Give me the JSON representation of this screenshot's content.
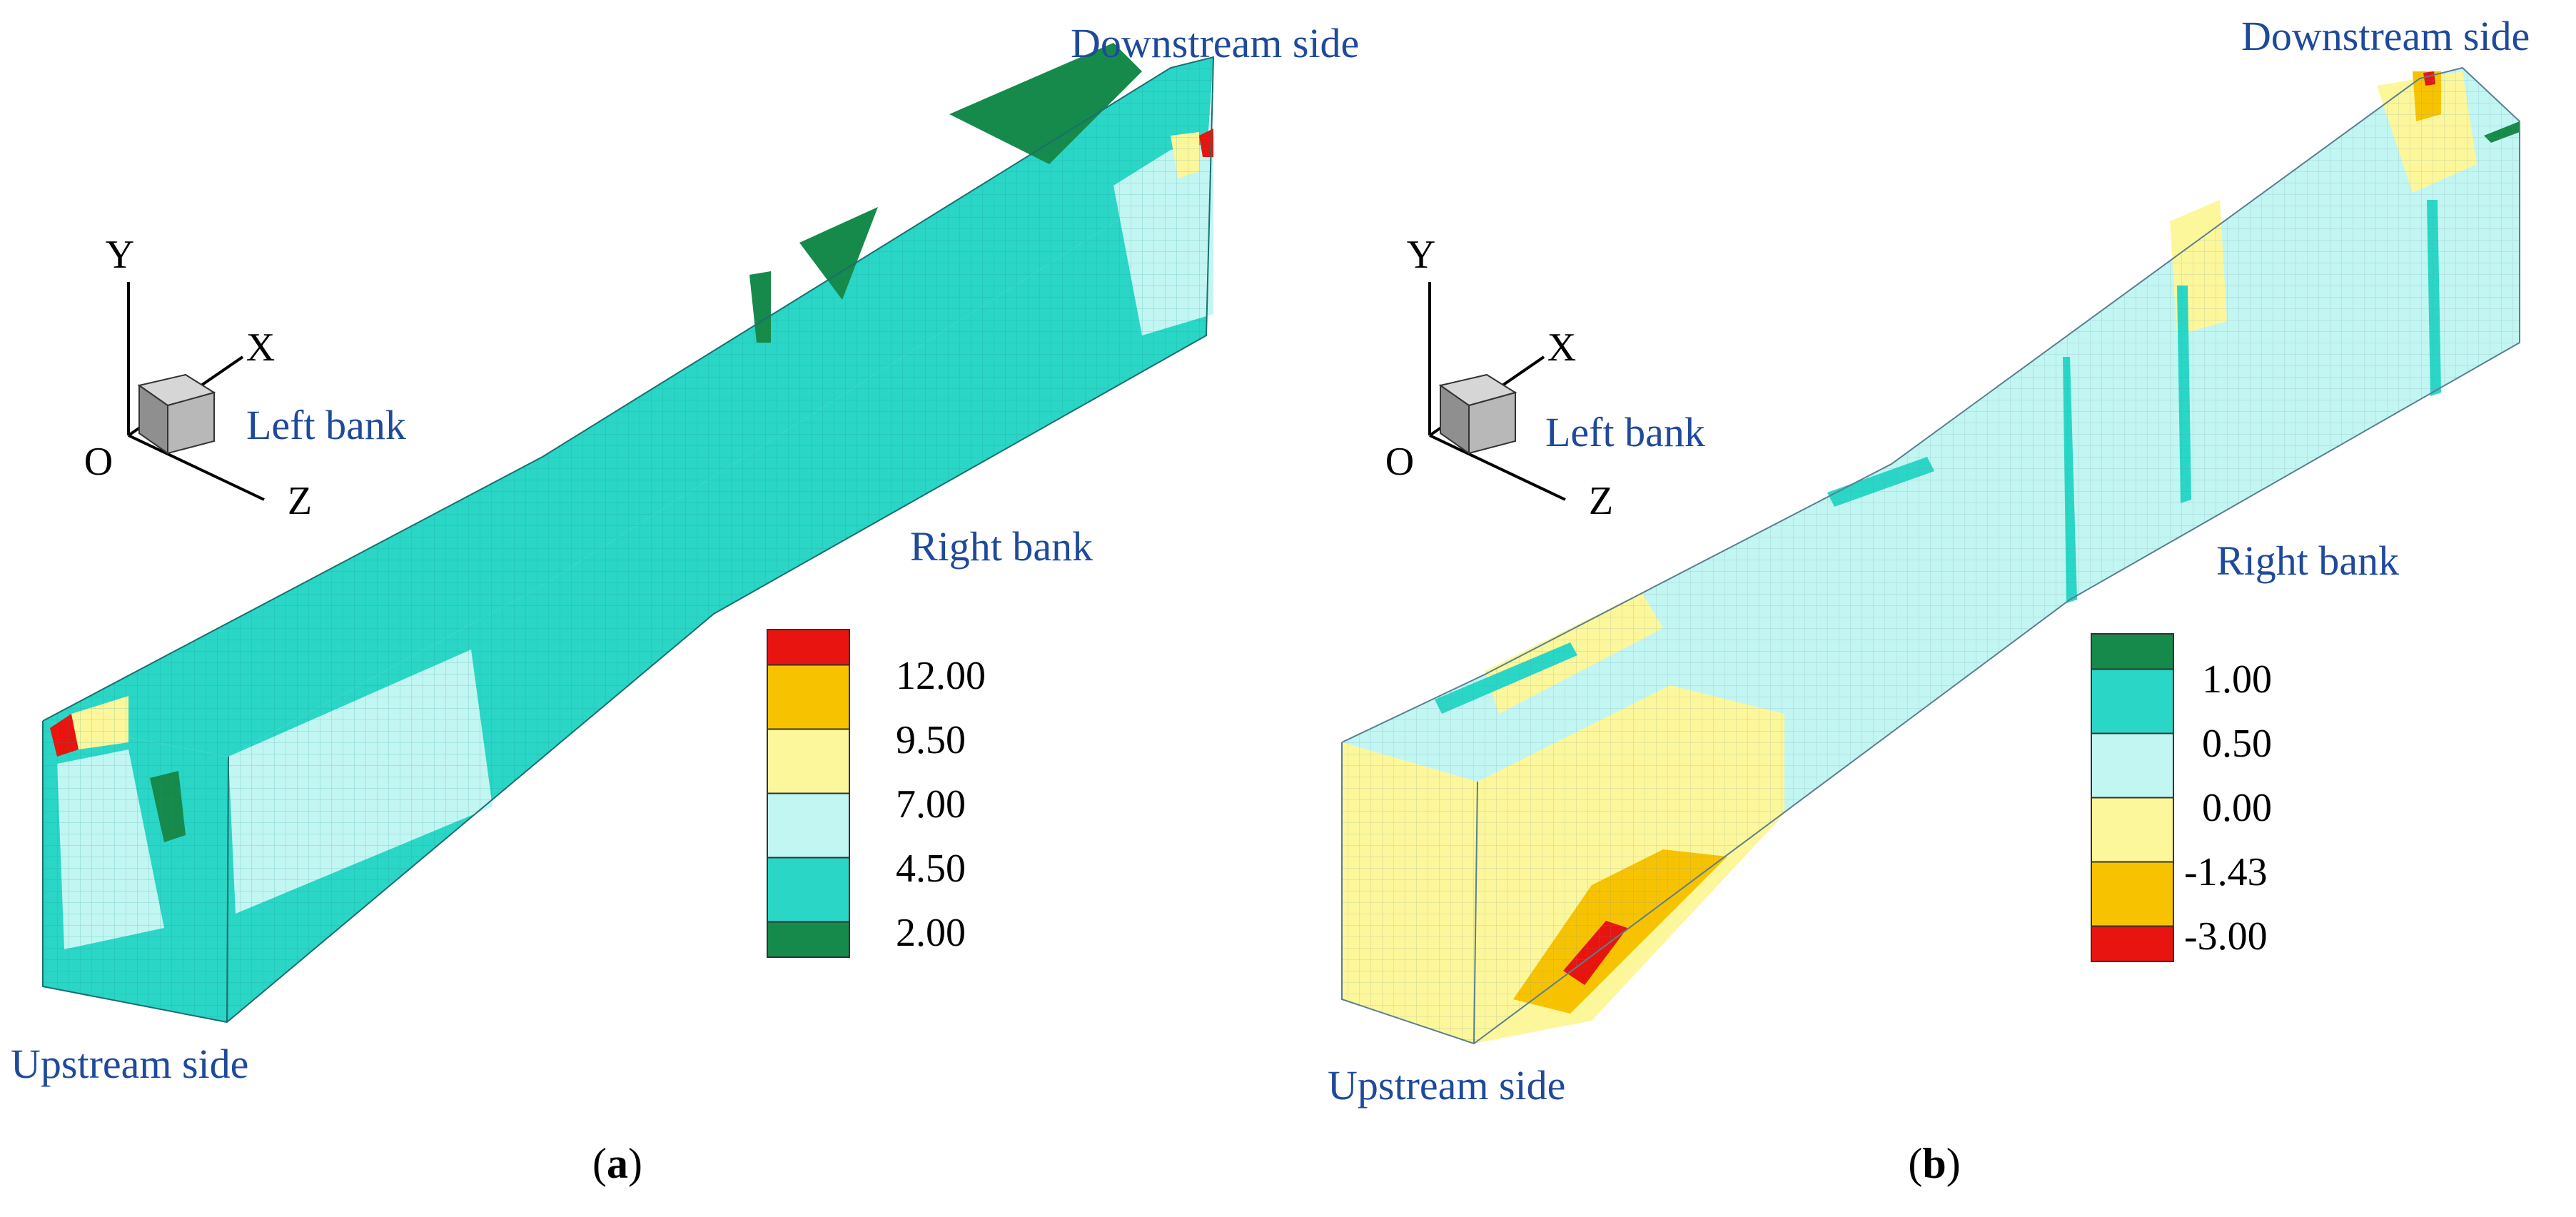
{
  "panels": [
    {
      "caption_letter": "a",
      "labels": {
        "downstream": "Downstream side",
        "upstream": "Upstream side",
        "left_bank": "Left bank",
        "right_bank": "Right bank"
      },
      "axes": {
        "y": "Y",
        "x": "X",
        "z": "Z",
        "origin": "O"
      },
      "legend": {
        "ticks": [
          "12.00",
          "9.50",
          "7.00",
          "4.50",
          "2.00"
        ],
        "colors": [
          "#e8140f",
          "#f7c300",
          "#fdf79b",
          "#c2f6f2",
          "#2ad6c6",
          "#168a4a"
        ]
      }
    },
    {
      "caption_letter": "b",
      "labels": {
        "downstream": "Downstream side",
        "upstream": "Upstream side",
        "left_bank": "Left bank",
        "right_bank": "Right bank"
      },
      "axes": {
        "y": "Y",
        "x": "X",
        "z": "Z",
        "origin": "O"
      },
      "legend": {
        "ticks": [
          "1.00",
          "0.50",
          "0.00",
          "-1.43",
          "-3.00"
        ],
        "colors": [
          "#168a4a",
          "#2ad6c6",
          "#c2f6f2",
          "#fdf79b",
          "#f7c300",
          "#e8140f"
        ]
      }
    }
  ]
}
